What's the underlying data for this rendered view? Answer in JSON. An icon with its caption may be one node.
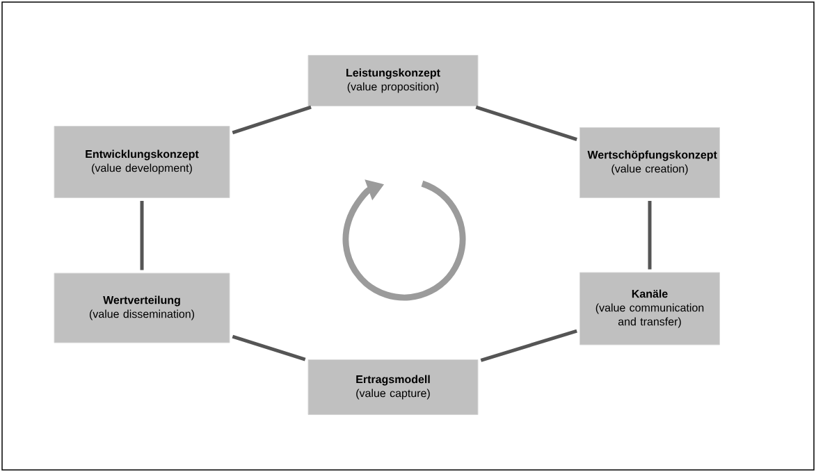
{
  "diagram": {
    "nodes": [
      {
        "text": [
          "Leistungskonzept",
          "(value proposition)"
        ]
      },
      {
        "text": [
          "Wertschöpfungskonzept",
          "(value creation)"
        ]
      },
      {
        "text": [
          "Kanäle",
          "(value communication and transfer)"
        ]
      },
      {
        "text": [
          "Ertragsmodell",
          "(value capture)"
        ]
      },
      {
        "text": [
          "Wertverteilung",
          "(value dissemination)"
        ]
      },
      {
        "text": [
          "Entwicklungskonzept",
          "(value development)"
        ]
      }
    ],
    "edges": [
      {
        "from": 0,
        "to": 1,
        "arrow": "none"
      },
      {
        "from": 1,
        "to": 2,
        "arrow": "none"
      },
      {
        "from": 2,
        "to": 3,
        "arrow": "none"
      },
      {
        "from": 3,
        "to": 4,
        "arrow": "none"
      },
      {
        "from": 4,
        "to": 5,
        "arrow": "none"
      },
      {
        "from": 5,
        "to": 0,
        "arrow": "none"
      }
    ]
  }
}
